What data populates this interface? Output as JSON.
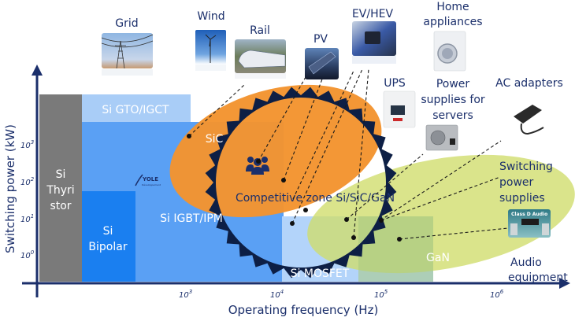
{
  "axes": {
    "x_label": "Operating frequency (Hz)",
    "y_label": "Switching power (kW)",
    "x_ticks": [
      {
        "base": "10",
        "exp": "3"
      },
      {
        "base": "10",
        "exp": "4"
      },
      {
        "base": "10",
        "exp": "5"
      },
      {
        "base": "10",
        "exp": "6"
      }
    ],
    "y_ticks": [
      {
        "base": "10",
        "exp": "3"
      },
      {
        "base": "10",
        "exp": "2"
      },
      {
        "base": "10",
        "exp": "1"
      },
      {
        "base": "10",
        "exp": "0"
      }
    ]
  },
  "regions": {
    "thyristor": [
      "Si",
      "Thyri",
      "stor"
    ],
    "gto": "Si GTO/IGCT",
    "bipolar": [
      "Si",
      "Bipolar"
    ],
    "igbt": "Si IGBT/IPM",
    "mosfet": "Si MOSFET",
    "sic": "SiC",
    "gan": "GaN",
    "competitive": "Competitive zone Si/SiC/GaN"
  },
  "applications": {
    "grid": "Grid",
    "wind": "Wind",
    "rail": "Rail",
    "pv": "PV",
    "ev": "EV/HEV",
    "home": [
      "Home",
      "appliances"
    ],
    "ups": "UPS",
    "servers": [
      "Power",
      "supplies for",
      "servers"
    ],
    "ac": "AC adapters",
    "smps": [
      "Switching",
      "power",
      "supplies"
    ],
    "audio": [
      "Audio",
      "equipment"
    ],
    "audio_badge": "Class D Audio"
  },
  "logo": {
    "text": "YOLE",
    "sub": "Développement"
  },
  "colors": {
    "navy": "#1b2f6b",
    "dark_navy": "#0d1f45",
    "thyristor": "#7a7a7a",
    "gto": "#a9cdf7",
    "igbt": "#5aa0f4",
    "bipolar": "#1a7ff0",
    "mosfet": "#b3d4fa",
    "sic": "#f39430",
    "gan": "#d4e07a"
  }
}
